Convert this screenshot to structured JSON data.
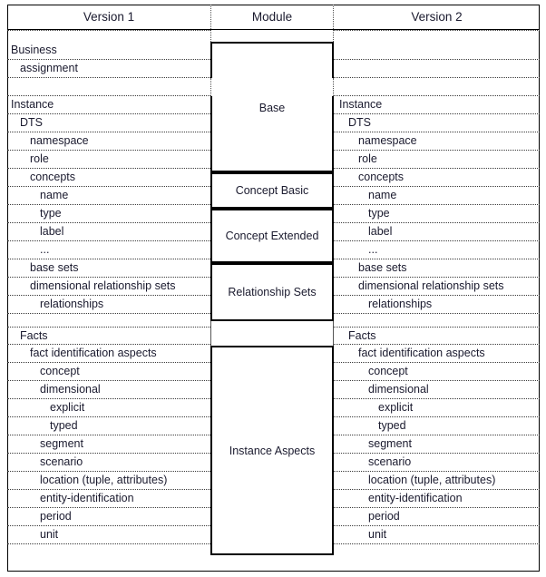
{
  "table": {
    "headers": {
      "version1": "Version 1",
      "module": "Module",
      "version2": "Version 2"
    },
    "modules": [
      {
        "name": "Base"
      },
      {
        "name": "Concept Basic"
      },
      {
        "name": "Concept Extended"
      },
      {
        "name": "Relationship Sets"
      },
      {
        "name": "Instance Aspects"
      }
    ],
    "version1_rows": [
      {
        "label": "Business",
        "indent": 0
      },
      {
        "label": "assignment",
        "indent": 1
      },
      {
        "label": "",
        "indent": 0
      },
      {
        "label": "Instance",
        "indent": 0
      },
      {
        "label": "DTS",
        "indent": 1
      },
      {
        "label": "namespace",
        "indent": 2
      },
      {
        "label": "role",
        "indent": 2
      },
      {
        "label": "concepts",
        "indent": 2
      },
      {
        "label": "name",
        "indent": 3
      },
      {
        "label": "type",
        "indent": 3
      },
      {
        "label": "label",
        "indent": 3
      },
      {
        "label": "...",
        "indent": 3
      },
      {
        "label": "base sets",
        "indent": 2
      },
      {
        "label": "dimensional relationship sets",
        "indent": 2
      },
      {
        "label": "relationships",
        "indent": 3
      },
      {
        "label": "Facts",
        "indent": 1
      },
      {
        "label": "fact identification aspects",
        "indent": 2
      },
      {
        "label": "concept",
        "indent": 3
      },
      {
        "label": "dimensional",
        "indent": 3
      },
      {
        "label": "explicit",
        "indent": 4
      },
      {
        "label": "typed",
        "indent": 4
      },
      {
        "label": "segment",
        "indent": 3
      },
      {
        "label": "scenario",
        "indent": 3
      },
      {
        "label": "location (tuple, attributes)",
        "indent": 3
      },
      {
        "label": "entity-identification",
        "indent": 3
      },
      {
        "label": "period",
        "indent": 3
      },
      {
        "label": "unit",
        "indent": 3
      }
    ],
    "version2_rows": [
      {
        "label": "",
        "indent": 0
      },
      {
        "label": "",
        "indent": 0
      },
      {
        "label": "",
        "indent": 0
      },
      {
        "label": "Instance",
        "indent": 0
      },
      {
        "label": "DTS",
        "indent": 1
      },
      {
        "label": "namespace",
        "indent": 2
      },
      {
        "label": "role",
        "indent": 2
      },
      {
        "label": "concepts",
        "indent": 2
      },
      {
        "label": "name",
        "indent": 3
      },
      {
        "label": "type",
        "indent": 3
      },
      {
        "label": "label",
        "indent": 3
      },
      {
        "label": "...",
        "indent": 3
      },
      {
        "label": "base sets",
        "indent": 2
      },
      {
        "label": "dimensional relationship sets",
        "indent": 2
      },
      {
        "label": "relationships",
        "indent": 3
      },
      {
        "label": "Facts",
        "indent": 1
      },
      {
        "label": "fact identification aspects",
        "indent": 2
      },
      {
        "label": "concept",
        "indent": 3
      },
      {
        "label": "dimensional",
        "indent": 3
      },
      {
        "label": "explicit",
        "indent": 4
      },
      {
        "label": "typed",
        "indent": 4
      },
      {
        "label": "segment",
        "indent": 3
      },
      {
        "label": "scenario",
        "indent": 3
      },
      {
        "label": "location (tuple, attributes)",
        "indent": 3
      },
      {
        "label": "entity-identification",
        "indent": 3
      },
      {
        "label": "period",
        "indent": 3
      },
      {
        "label": "unit",
        "indent": 3
      }
    ]
  },
  "colors": {
    "text": "#1a1a2e",
    "border": "#000000",
    "grid": "#3a3a3a",
    "background": "#ffffff"
  }
}
